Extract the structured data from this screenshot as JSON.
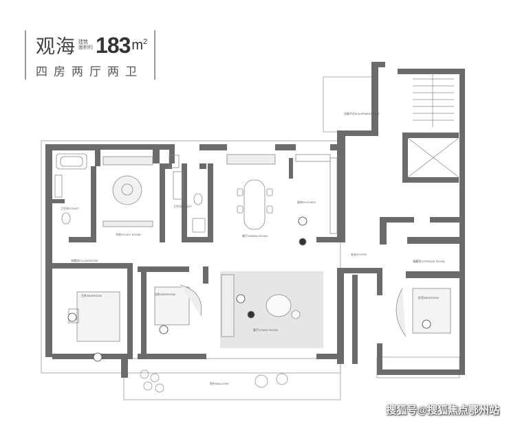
{
  "header": {
    "title_cn": "观海",
    "area_label_line1": "建筑",
    "area_label_line2": "面积约",
    "area_value": "183",
    "area_unit": "m",
    "area_sup": "2",
    "layout": "四房两厅两卫"
  },
  "rooms": {
    "equipment": "设备平台/EQUIPMENT PLAT.",
    "toilet_left": "卫生间/TOILET",
    "study": "书房/STUDY ROOM",
    "toilet_mid": "卫生间/TOILET",
    "dining": "餐厅/DINING ROOM",
    "kitchen": "厨房/KITCHEN",
    "cloakroom": "衣帽间/CLOAKROOM",
    "foyer": "玄关/FOYER",
    "master_bed": "主卧/BEDROOM",
    "bedroom2": "次卧/BEDROOM",
    "living": "客厅/LIVING ROOM",
    "storage": "储藏室/STORAGE ROOM",
    "bedroom3": "卧室/BEDROOM",
    "balcony": "阳台/BALCONY"
  },
  "colors": {
    "wall": "#6b6b6b",
    "furniture": "#9a9a9a",
    "rug": "#e6e6e6"
  },
  "watermark": "搜狐号@搜狐焦点鄂州站"
}
